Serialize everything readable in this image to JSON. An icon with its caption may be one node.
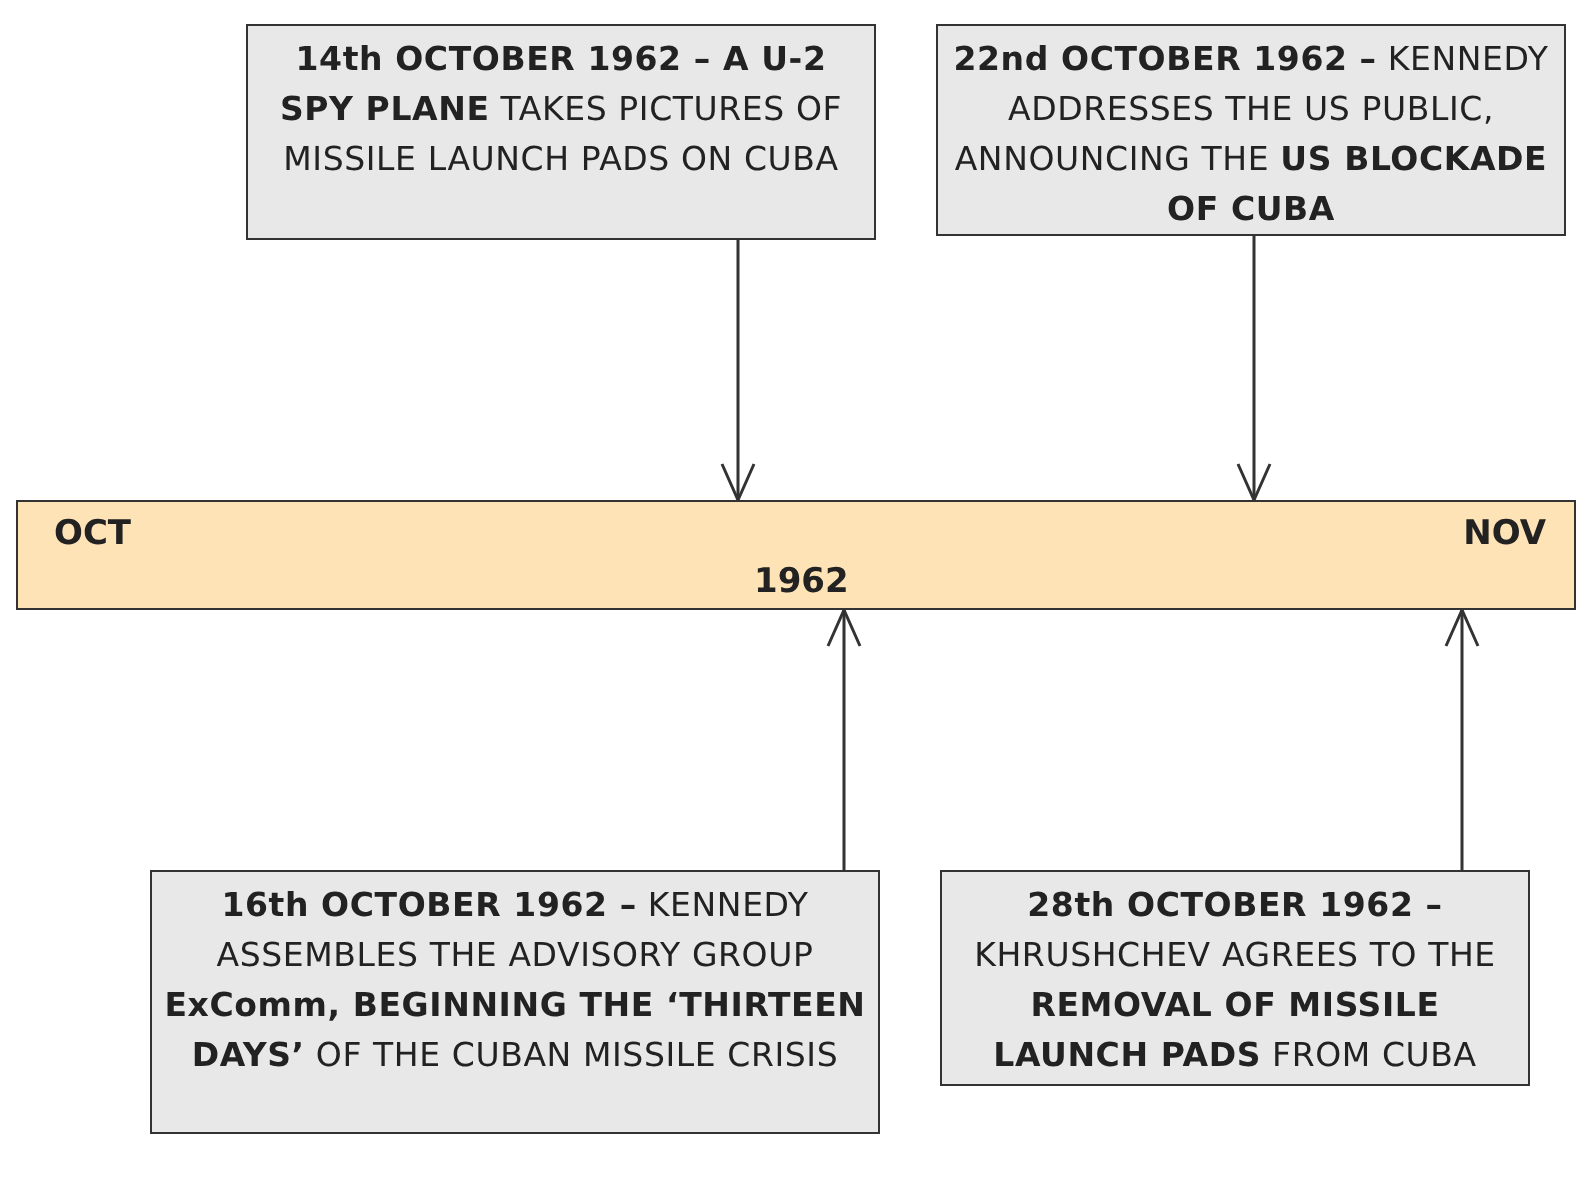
{
  "diagram": {
    "nodes": [
      {
        "text": [
          "OCT",
          "NOV",
          "1962"
        ]
      },
      {
        "text": [
          "**14th OCTOBER 1962 – A U-2 SPY PLANE** TAKES PICTURES OF MISSILE LAUNCH PADS ON CUBA"
        ]
      },
      {
        "text": [
          "**22nd OCTOBER 1962 –** KENNEDY ADDRESSES THE US PUBLIC, ANNOUNCING THE **US BLOCKADE OF CUBA**"
        ]
      },
      {
        "text": [
          "**16th OCTOBER 1962 –** KENNEDY ASSEMBLES THE ADVISORY GROUP **ExComm, BEGINNING THE ‘THIRTEEN DAYS’** OF THE CUBAN MISSILE CRISIS"
        ]
      },
      {
        "text": [
          "**28th OCTOBER 1962 –** KHRUSHCHEV AGREES TO THE **REMOVAL OF MISSILE LAUNCH PADS** FROM CUBA"
        ]
      }
    ],
    "edges": [
      {
        "from": 1,
        "to": 0,
        "arrow": "to"
      },
      {
        "from": 2,
        "to": 0,
        "arrow": "to"
      },
      {
        "from": 3,
        "to": 0,
        "arrow": "to"
      },
      {
        "from": 4,
        "to": 0,
        "arrow": "to"
      }
    ]
  }
}
